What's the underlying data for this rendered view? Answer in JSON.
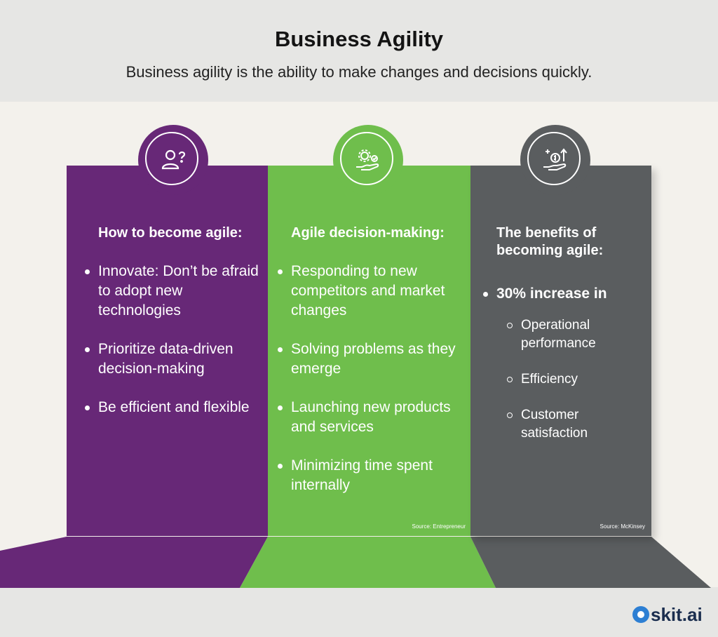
{
  "header": {
    "title": "Business Agility",
    "subtitle": "Business agility is the ability to make changes and decisions quickly."
  },
  "colors": {
    "purple": "#672877",
    "green": "#6fbe4c",
    "gray": "#5a5d5f"
  },
  "columns": [
    {
      "icon": "person-question-icon",
      "heading": "How to become agile:",
      "items": [
        "Innovate: Don’t be afraid to adopt new technologies",
        "Prioritize data-driven decision-making",
        "Be efficient and flexible"
      ]
    },
    {
      "icon": "gears-hand-icon",
      "heading": "Agile decision-making:",
      "items": [
        "Responding to new competitors and market changes",
        "Solving problems as they emerge",
        "Launching new products and services",
        "Minimizing time spent internally"
      ],
      "source": "Source: Entrepreneur"
    },
    {
      "icon": "money-growth-hand-icon",
      "heading": "The benefits of becoming agile:",
      "main_item": "30% increase in",
      "sub_items": [
        "Operational performance",
        "Efficiency",
        "Customer satisfaction"
      ],
      "source": "Source: McKinsey"
    }
  ],
  "logo": {
    "text": "skit.ai",
    "icon": "skit-logo-icon"
  }
}
